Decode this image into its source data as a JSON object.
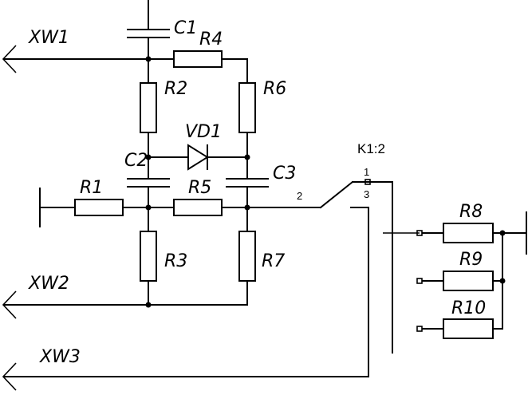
{
  "connectors": {
    "xw1": "XW1",
    "xw2": "XW2",
    "xw3": "XW3"
  },
  "resistors": {
    "r1": "R1",
    "r2": "R2",
    "r3": "R3",
    "r4": "R4",
    "r5": "R5",
    "r6": "R6",
    "r7": "R7",
    "r8": "R8",
    "r9": "R9",
    "r10": "R10"
  },
  "capacitors": {
    "c1": "C1",
    "c2": "C2",
    "c3": "C3"
  },
  "diode": {
    "vd1": "VD1"
  },
  "relay": {
    "label": "K1:2",
    "pin1": "1",
    "pin2": "2",
    "pin3": "3"
  }
}
